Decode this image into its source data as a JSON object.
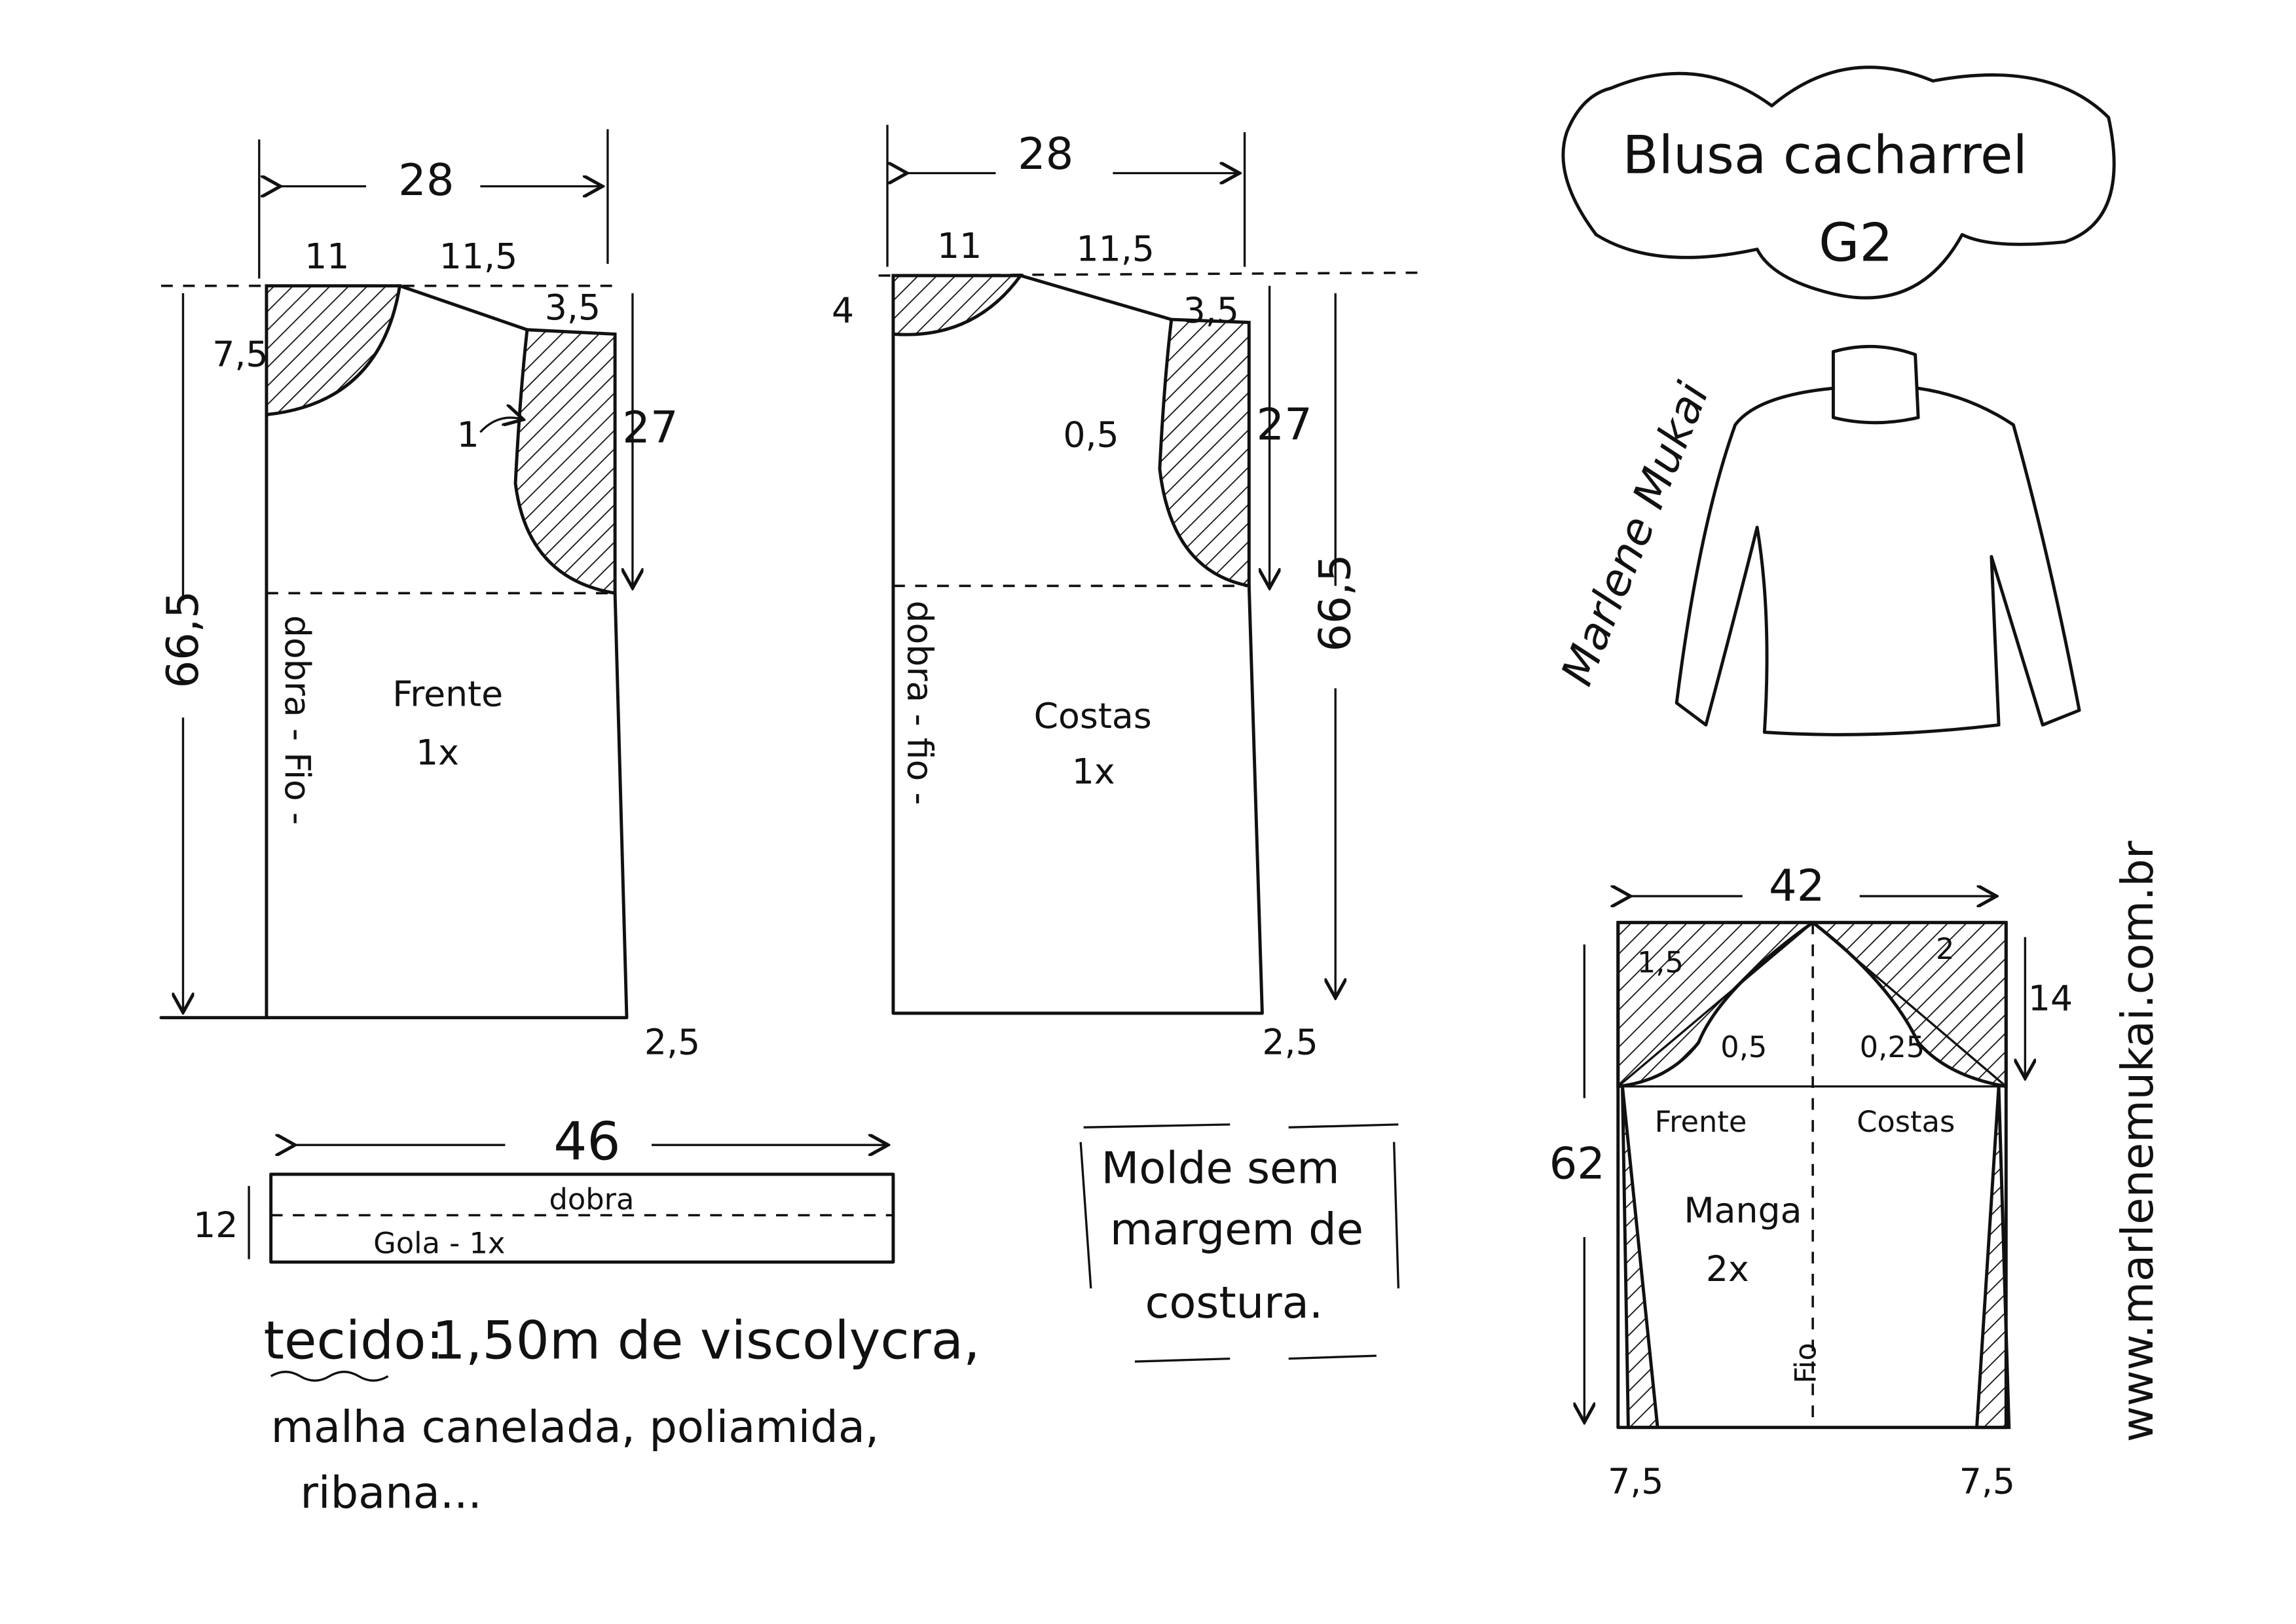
{
  "title": {
    "line1": "Blusa cacharrel",
    "line2": "G2"
  },
  "signature": "Marlene Mukai",
  "website": "www.marlenemukai.com.br",
  "front": {
    "name": "Frente",
    "qty": "1x",
    "fold_label": "dobra - Fio -",
    "width": "28",
    "neck_width": "11",
    "shoulder": "11,5",
    "neck_depth": "7,5",
    "shoulder_drop": "3,5",
    "armhole_depth": "27",
    "length": "66,5",
    "armhole_curve": "1",
    "hem_flare": "2,5"
  },
  "back": {
    "name": "Costas",
    "qty": "1x",
    "fold_label": "dobra - fio -",
    "width": "28",
    "neck_width": "11",
    "shoulder": "11,5",
    "neck_depth": "4",
    "shoulder_drop": "3,5",
    "armhole_depth": "27",
    "length": "66,5",
    "armhole_curve": "0,5",
    "hem_flare": "2,5"
  },
  "collar": {
    "name": "Gola - 1x",
    "fold_label": "dobra",
    "length": "46",
    "height": "12"
  },
  "fabric_note": {
    "label": "tecido:",
    "line1": "1,50m de viscolycra,",
    "line2": "malha canelada, poliamida,",
    "line3": "ribana..."
  },
  "seam_note": {
    "line1": "Molde sem",
    "line2": "margem de",
    "line3": "costura."
  },
  "sleeve": {
    "name": "Manga",
    "qty": "2x",
    "front_label": "Frente",
    "back_label": "Costas",
    "grain_label": "Fio",
    "width": "42",
    "cap_height": "14",
    "length": "62",
    "front_cap_out": "1,5",
    "back_cap_out": "2",
    "front_cap_in": "0,5",
    "back_cap_in": "0,25",
    "hem_left": "7,5",
    "hem_right": "7,5"
  }
}
